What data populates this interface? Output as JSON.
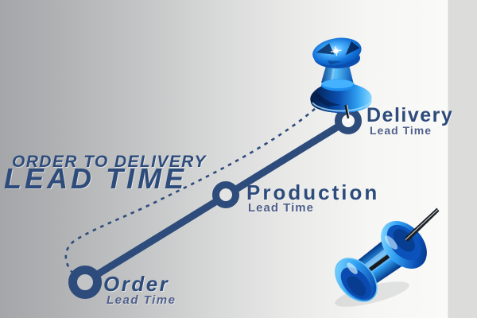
{
  "title": {
    "line1": "ORDER TO DELIVERY",
    "line2": "LEAD TIME"
  },
  "timeline": {
    "milestones": [
      {
        "name": "Order",
        "sublabel": "Lead Time"
      },
      {
        "name": "Production",
        "sublabel": "Lead Time"
      },
      {
        "name": "Delivery",
        "sublabel": "Lead Time"
      }
    ]
  },
  "icons": [
    {
      "name": "pushpin-upright-icon"
    },
    {
      "name": "pushpin-lying-icon"
    }
  ],
  "colors": {
    "navy_text_line": "#2d4b7b",
    "sublabel_blue": "#50608a",
    "pin_bright_blue": "#2f9ff2",
    "pin_deep_blue": "#0a4fb0",
    "background_left": "#a4a6a9",
    "background_right": "#fafaf8",
    "right_band": "#dcdcdb"
  }
}
